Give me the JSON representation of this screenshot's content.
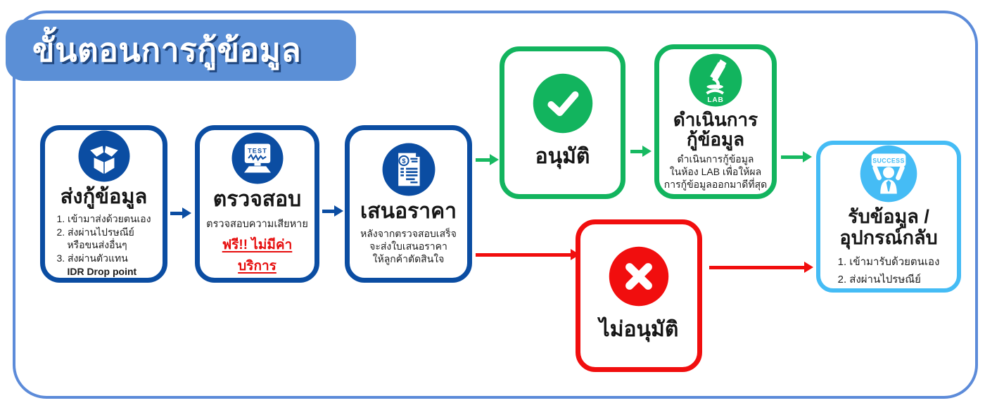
{
  "colors": {
    "frame_blue": "#5c8bd9",
    "banner_blue": "#5b8fd6",
    "navy": "#0b4da2",
    "green": "#12b45e",
    "red": "#f10e0e",
    "light_blue": "#45bcf5",
    "text_dark": "#161616",
    "highlight_red": "#e60c0c"
  },
  "title": "ขั้นตอนการกู้ข้อมูล",
  "steps": {
    "send": {
      "title": "ส่งกู้ข้อมูล",
      "icon": "package-icon",
      "lines": [
        "1. เข้ามาส่งด้วยตนเอง",
        "2. ส่งผ่านไปรษณีย์",
        "หรือขนส่งอื่นๆ",
        "3. ส่งผ่านตัวแทน",
        "IDR Drop point"
      ]
    },
    "check": {
      "title": "ตรวจสอบ",
      "icon": "test-monitor-icon",
      "icon_label": "TEST",
      "line": "ตรวจสอบความเสียหาย",
      "highlight": "ฟรี!! ไม่มีค่าบริการ"
    },
    "quote": {
      "title": "เสนอราคา",
      "icon": "invoice-icon",
      "lines": [
        "หลังจากตรวจสอบเสร็จ",
        "จะส่งใบเสนอราคา",
        "ให้ลูกค้าตัดสินใจ"
      ]
    },
    "approve": {
      "label": "อนุมัติ",
      "icon": "checkmark-icon"
    },
    "recover": {
      "title_line1": "ดำเนินการ",
      "title_line2": "กู้ข้อมูล",
      "icon": "microscope-lab-icon",
      "icon_label": "LAB",
      "lines": [
        "ดำเนินการกู้ข้อมูล",
        "ในห้อง LAB เพื่อให้ผล",
        "การกู้ข้อมูลออกมาดีที่สุด"
      ]
    },
    "reject": {
      "label": "ไม่อนุมัติ",
      "icon": "cross-icon"
    },
    "receive": {
      "title_line1": "รับข้อมูล /",
      "title_line2": "อุปกรณ์กลับ",
      "icon": "success-person-icon",
      "icon_label": "SUCCESS",
      "lines": [
        "1. เข้ามารับด้วยตนเอง",
        "2. ส่งผ่านไปรษณีย์"
      ]
    }
  }
}
